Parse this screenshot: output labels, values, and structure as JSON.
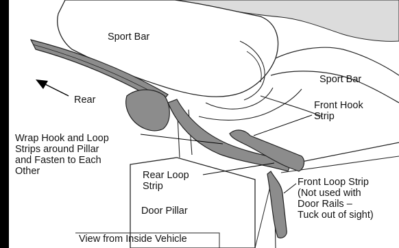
{
  "labels": {
    "sport_bar_main": "Sport Bar",
    "sport_bar_right": "Sport Bar",
    "rear": "Rear",
    "front_hook_strip": "Front Hook\nStrip",
    "wrap_instruction": "Wrap Hook and Loop\nStrips around Pillar\nand Fasten to Each\nOther",
    "rear_loop_strip": "Rear Loop\nStrip",
    "front_loop_strip": "Front Loop Strip\n(Not used with\nDoor Rails –\nTuck out of sight)",
    "door_pillar": "Door Pillar",
    "view_caption": "View from Inside Vehicle"
  },
  "colors": {
    "strap_fill": "#8c8c8c",
    "roof_fill": "#dcdcdc",
    "line": "#222222",
    "frame": "#000000"
  }
}
